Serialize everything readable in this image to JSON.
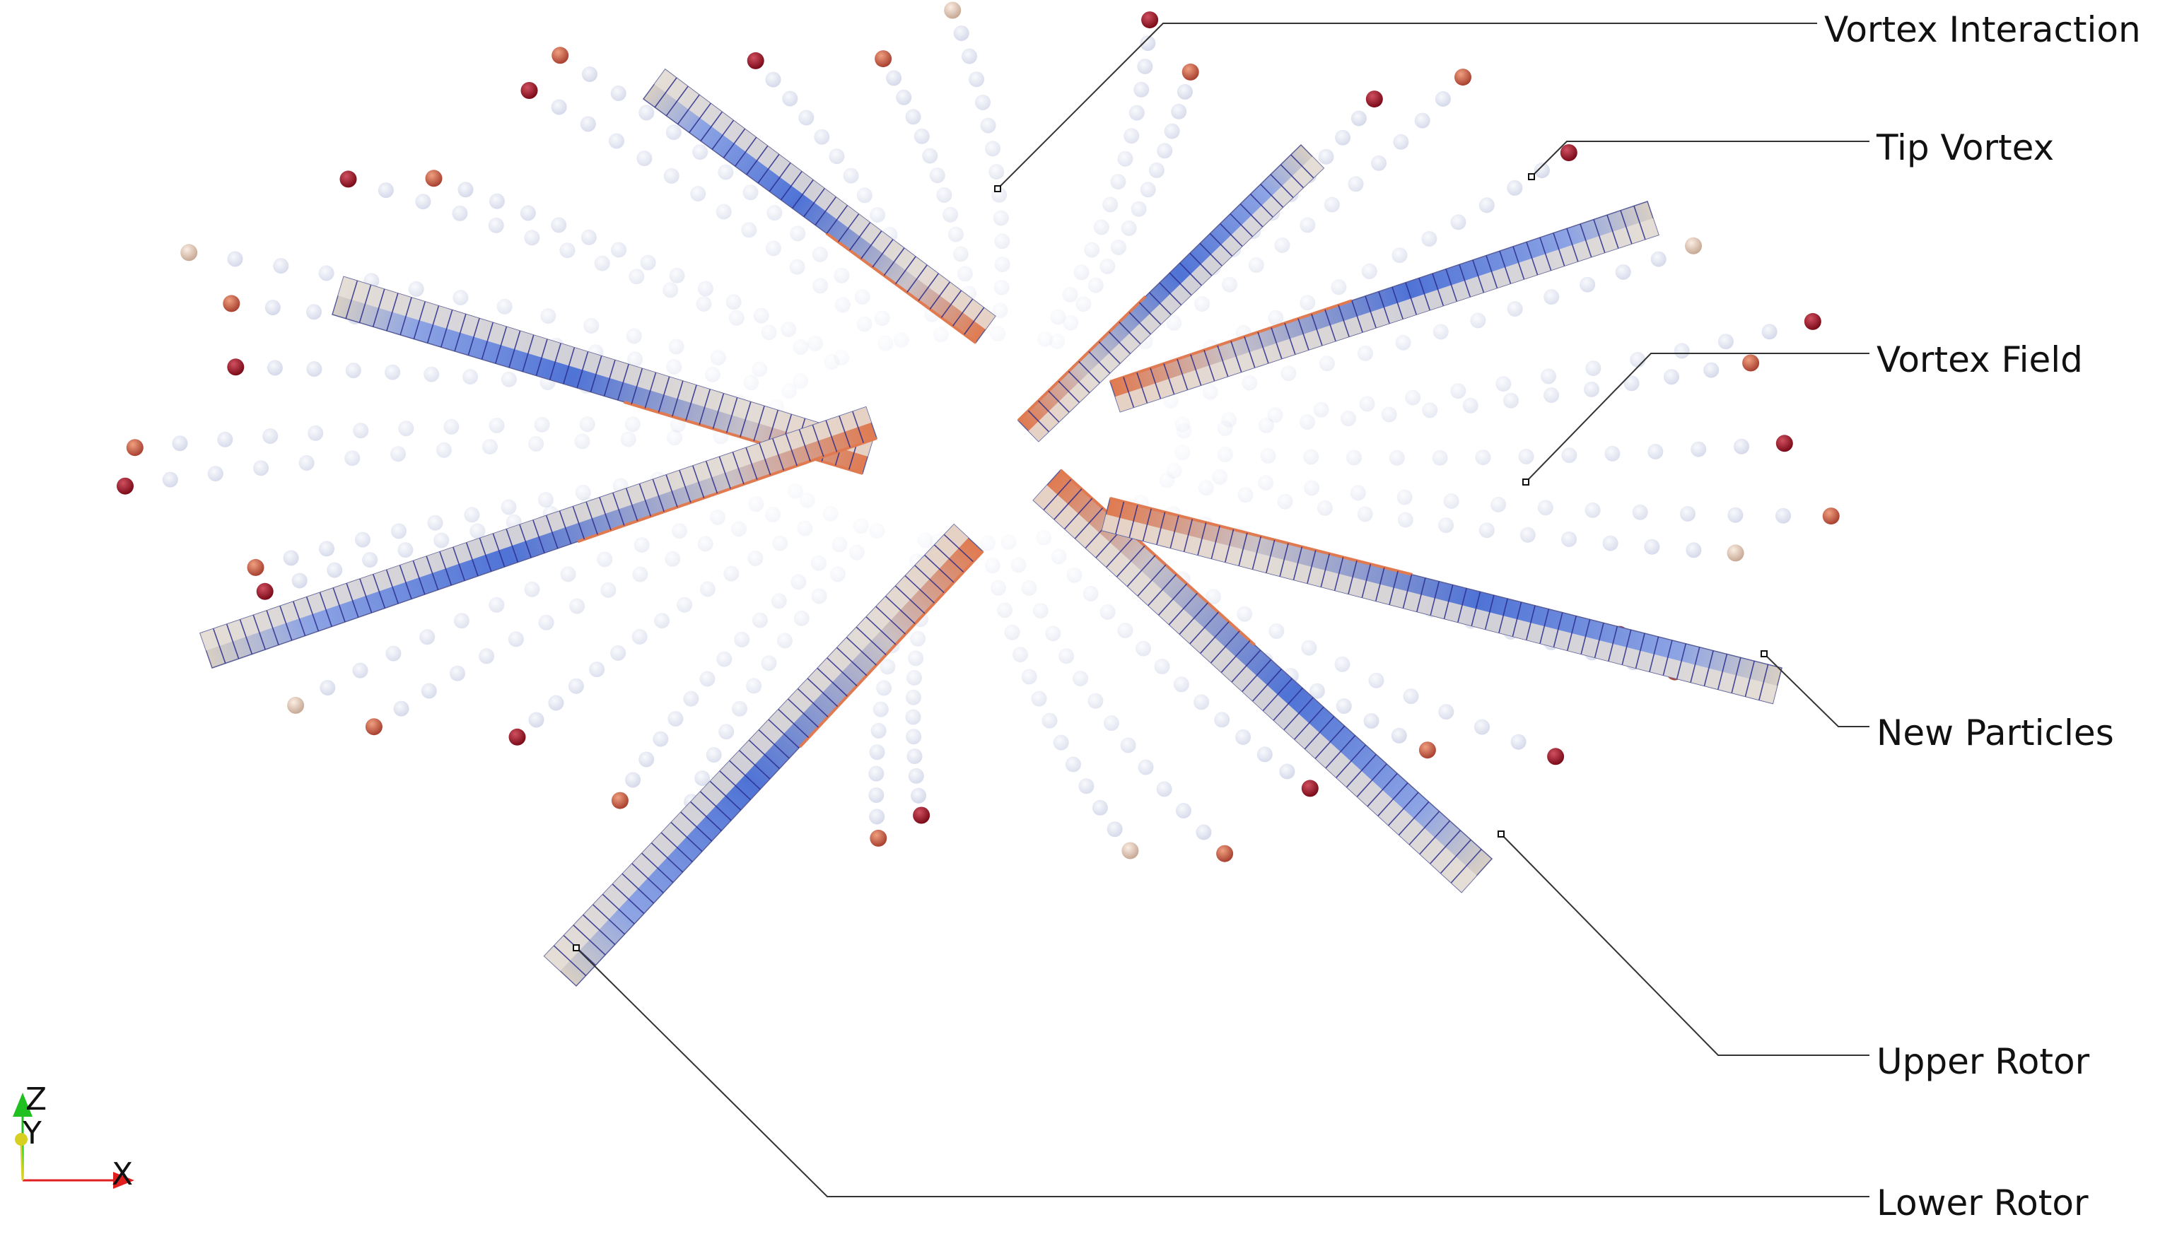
{
  "labels": {
    "vortex_interaction": "Vortex Interaction",
    "tip_vortex": "Tip Vortex",
    "vortex_field": "Vortex Field",
    "new_particles": "New Particles",
    "upper_rotor": "Upper Rotor",
    "lower_rotor": "Lower Rotor"
  },
  "axes": {
    "z": "Z",
    "y": "Y",
    "x": "X"
  },
  "colors": {
    "blade_blue": "#4f73d6",
    "blade_light": "#e7e1d8",
    "blade_edge": "#e07a50",
    "blade_grid": "#2b2c8c",
    "particle_fade": "#c9cfe4",
    "particle_tip_dark": "#8e1020",
    "particle_tip_mid": "#c85a45",
    "particle_tip_light": "#e6c9b8",
    "leader_line": "#333333",
    "axis_x": "#e02020",
    "axis_y": "#d8d020",
    "axis_z": "#20c020"
  }
}
